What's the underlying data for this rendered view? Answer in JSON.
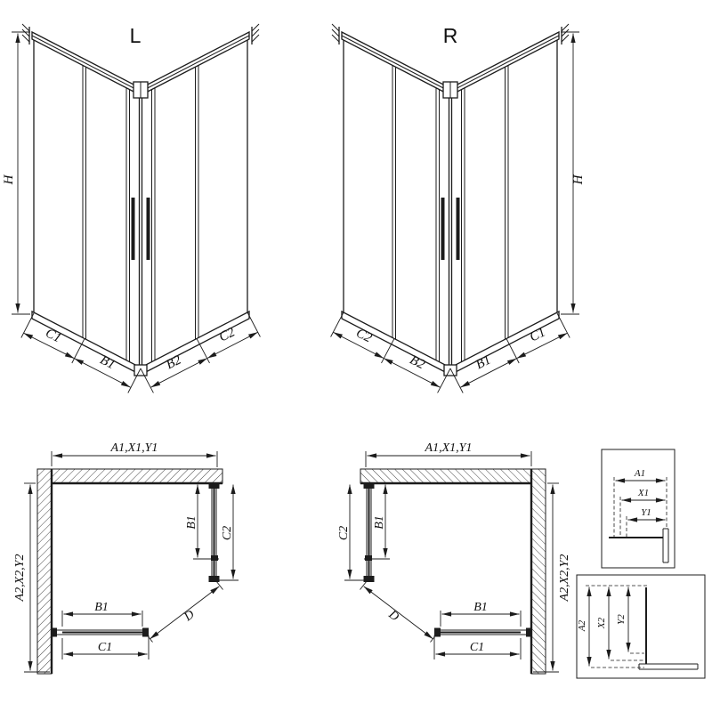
{
  "perspective_left": {
    "title": "L",
    "height_dim": "H",
    "bottom_dims": {
      "outer_left": "C1",
      "inner_left": "B1",
      "inner_right": "B2",
      "outer_right": "C2"
    }
  },
  "perspective_right": {
    "title": "R",
    "height_dim": "H",
    "bottom_dims": {
      "outer_left": "C2",
      "inner_left": "B2",
      "inner_right": "B1",
      "outer_right": "C1"
    }
  },
  "plan_left": {
    "width_dim": "A1,X1,Y1",
    "depth_dim": "A2,X2,Y2",
    "return_door_dim": "B1",
    "return_total_dim": "C2",
    "front_door_dim": "B1",
    "front_total_dim": "C1",
    "entry_dim": "D"
  },
  "plan_right": {
    "width_dim": "A1,X1,Y1",
    "depth_dim": "A2,X2,Y2",
    "return_door_dim": "B1",
    "return_total_dim": "C2",
    "front_door_dim": "B1",
    "front_total_dim": "C1",
    "entry_dim": "D"
  },
  "detail_width": {
    "outer": "A1",
    "middle": "X1",
    "inner": "Y1"
  },
  "detail_depth": {
    "outer": "A2",
    "middle": "X2",
    "inner": "Y2"
  }
}
